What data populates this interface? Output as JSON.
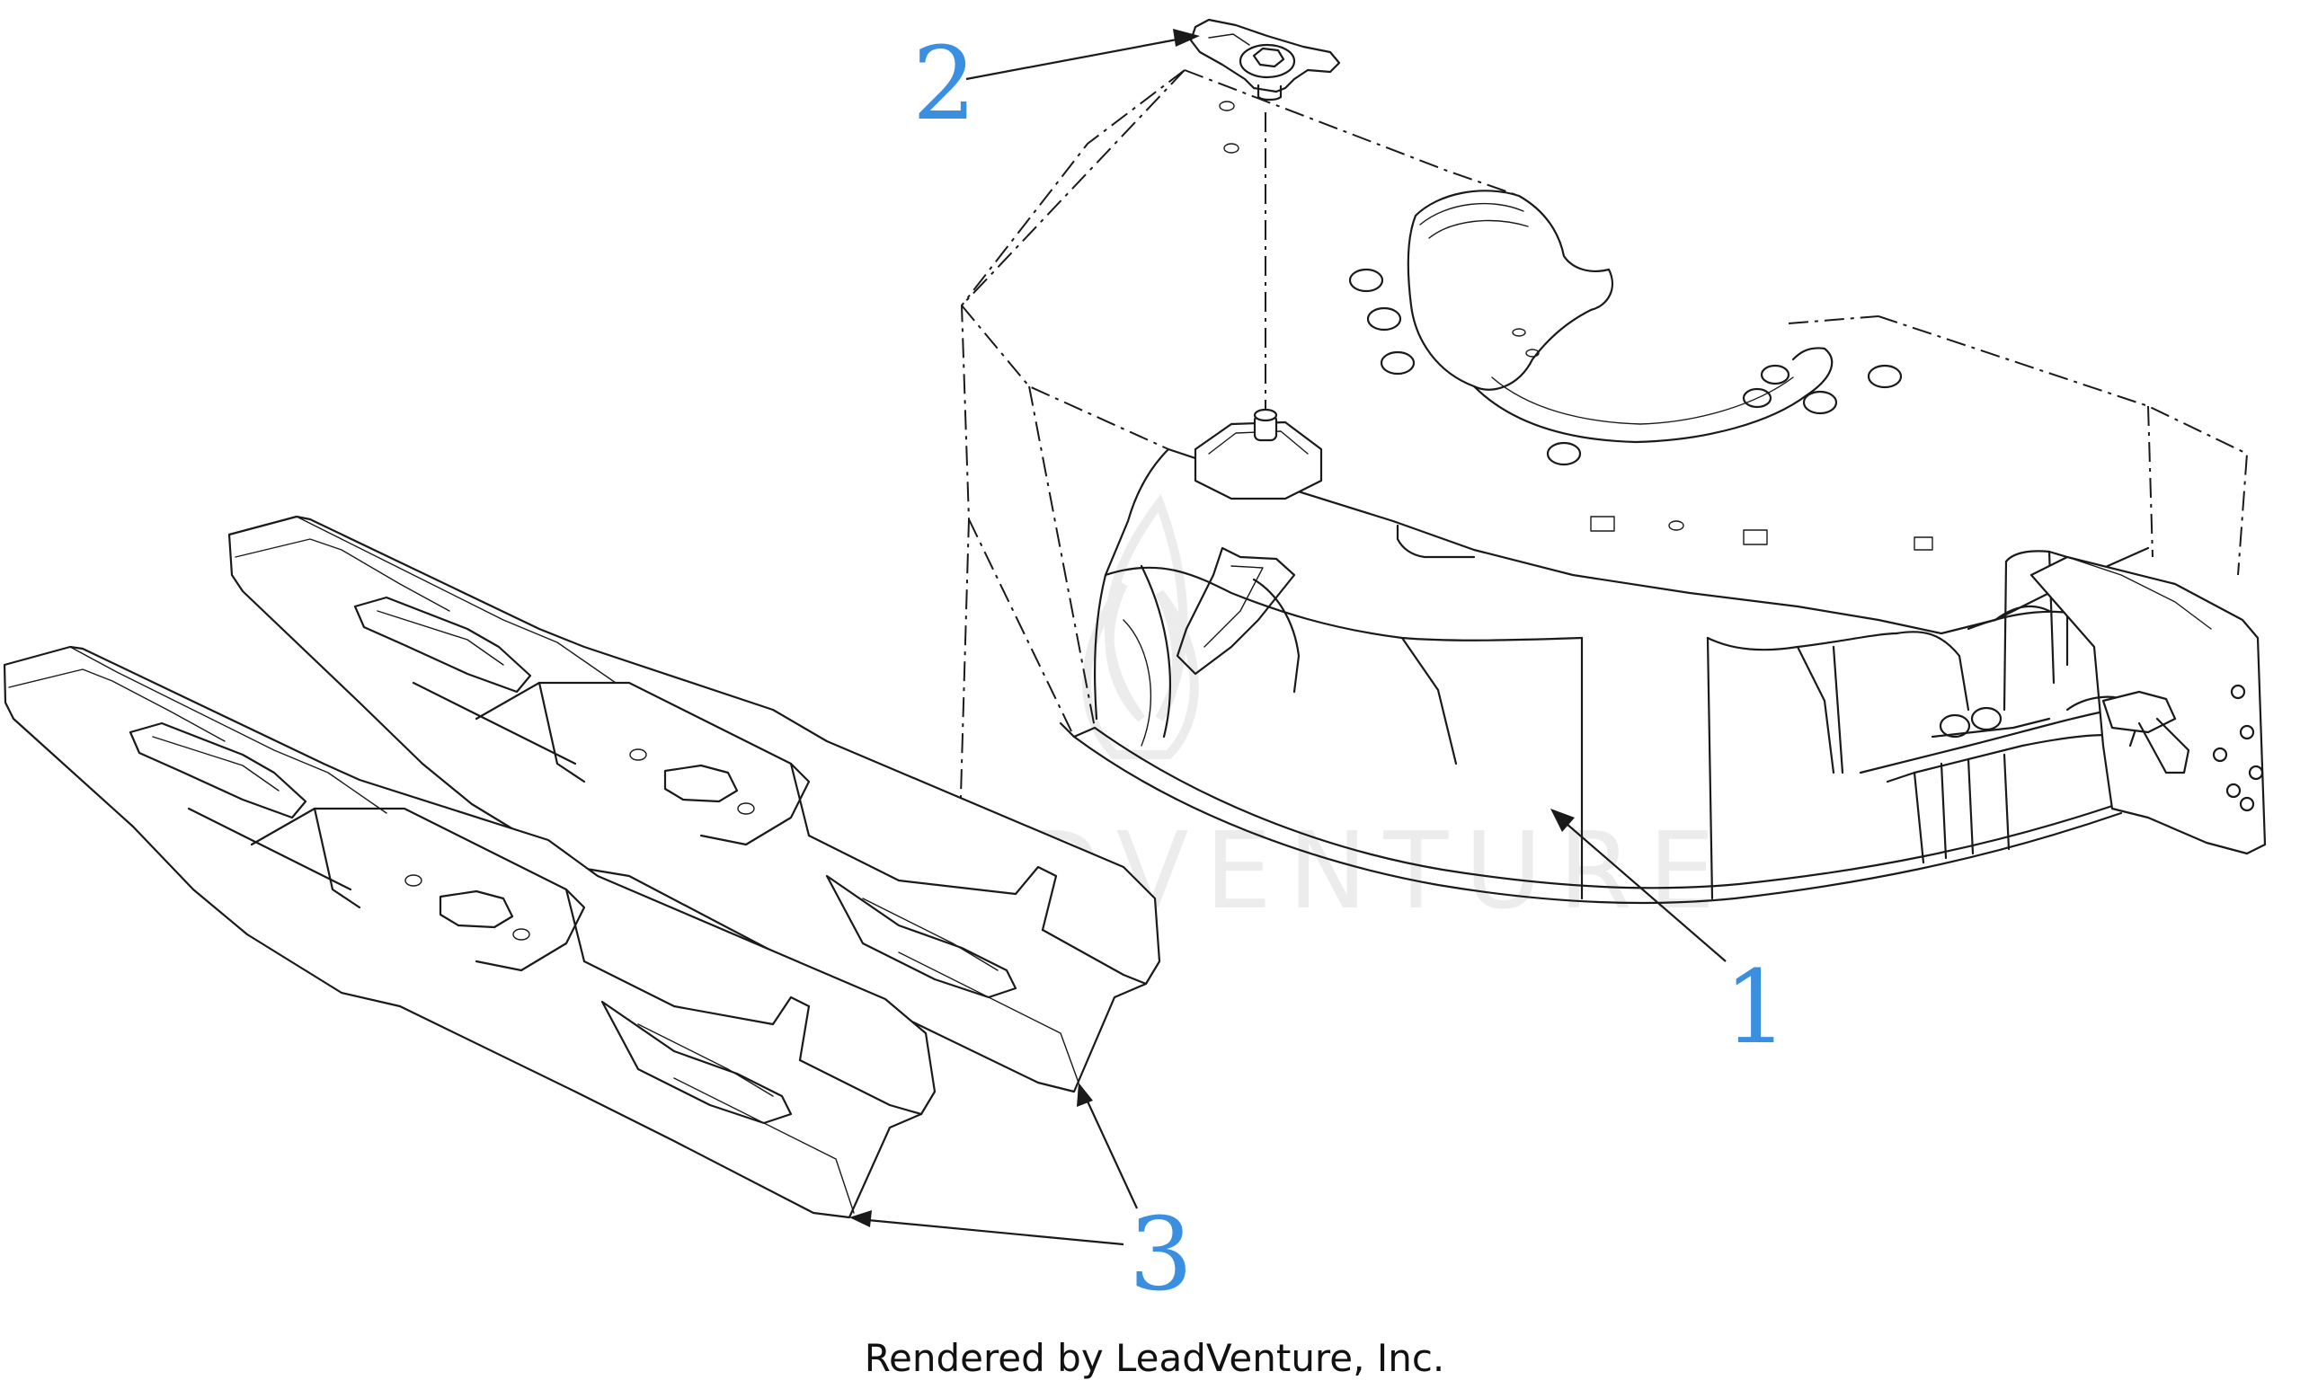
{
  "diagram": {
    "callouts": [
      {
        "label": "1",
        "part": "deck"
      },
      {
        "label": "2",
        "part": "knob"
      },
      {
        "label": "3",
        "part": "blades"
      }
    ],
    "watermark": "LEADVENTURE",
    "footer": "Rendered by LeadVenture, Inc.",
    "colors": {
      "callout": "#3b8fe0",
      "line": "#1a1a1a",
      "watermark": "#ececec"
    }
  }
}
